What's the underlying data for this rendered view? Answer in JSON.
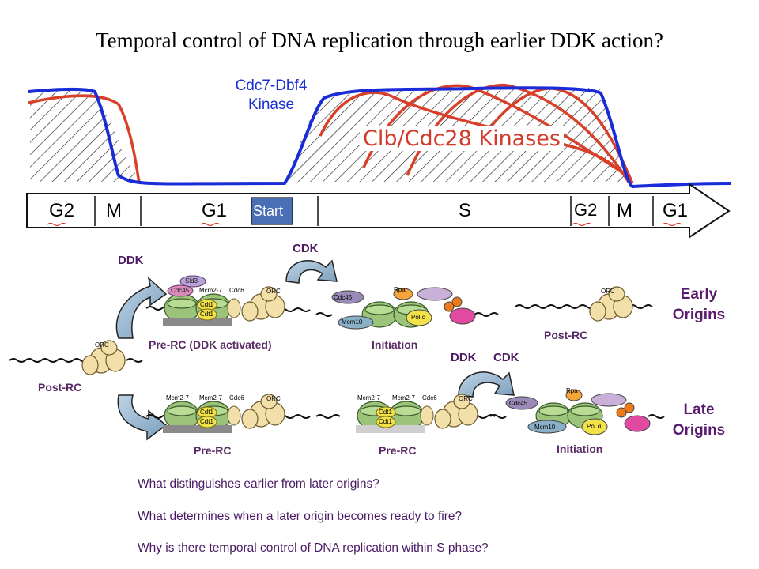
{
  "title": "Temporal control of DNA replication through earlier DDK action?",
  "kinase_curves": {
    "ddk_label_line1": "Cdc7-Dbf4",
    "ddk_label_line2": "Kinase",
    "clb_label": "Clb/Cdc28 Kinases",
    "ddk_color": "#1a2bd8",
    "clb_color": "#d8402a"
  },
  "cell_cycle": {
    "phases": [
      "G2",
      "M",
      "G1",
      "Start",
      "S",
      "G2",
      "M",
      "G1"
    ],
    "start_color": "#4a6fb5"
  },
  "complexes": {
    "proteins": {
      "sld3": "Sld3",
      "cdc45": "Cdc45",
      "mcm27": "Mcm2-7",
      "cdt1": "Cdt1",
      "cdc6": "Cdc6",
      "orc": "ORC",
      "rpa": "Rpa",
      "mcm10": "Mcm10",
      "pola": "Pol α"
    }
  },
  "labels": {
    "ddk_top": "DDK",
    "cdk_top": "CDK",
    "pre_rc_ddk": "Pre-RC (DDK activated)",
    "initiation_early": "Initiation",
    "post_rc_right": "Post-RC",
    "post_rc_left": "Post-RC",
    "ddk_mid": "DDK",
    "cdk_mid": "CDK",
    "pre_rc_1": "Pre-RC",
    "pre_rc_2": "Pre-RC",
    "initiation_late": "Initiation"
  },
  "origins": {
    "early_line1": "Early",
    "early_line2": "Origins",
    "late_line1": "Late",
    "late_line2": "Origins"
  },
  "questions": [
    "What distinguishes earlier from later origins?",
    "What determines when a later origin becomes ready to fire?",
    "Why is there temporal control of DNA replication within S phase?"
  ]
}
